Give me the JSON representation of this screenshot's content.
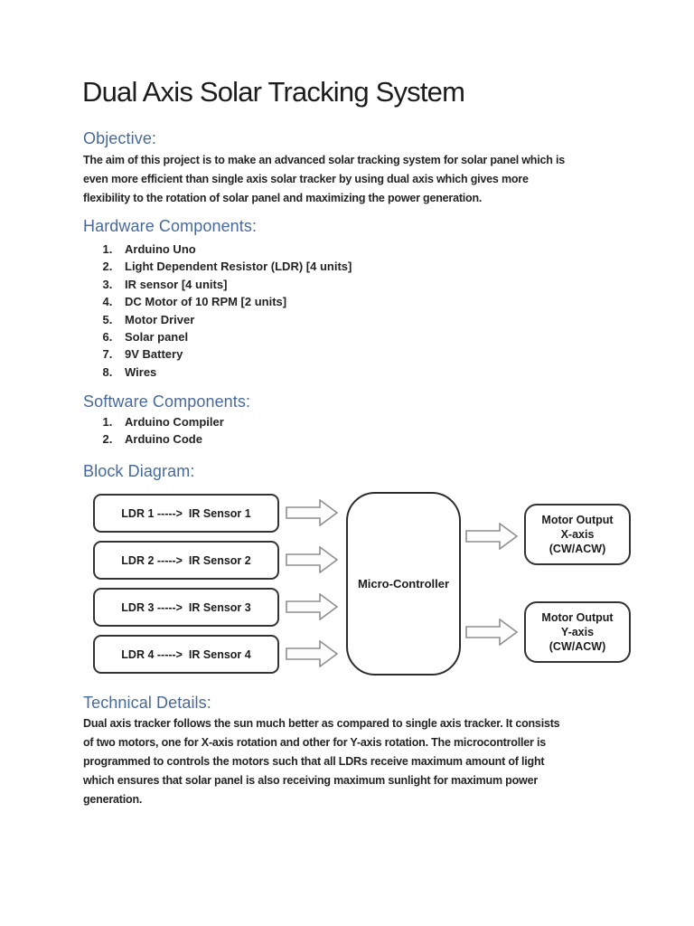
{
  "page": {
    "title": "Dual Axis Solar Tracking System"
  },
  "objective": {
    "heading": "Objective:",
    "body": "The aim of this project is to make an advanced solar tracking system for solar panel which is\neven more efficient than single axis solar tracker by using dual axis which gives more\nflexibility to the rotation of solar panel and maximizing the power generation."
  },
  "hardware": {
    "heading": "Hardware Components:",
    "items": [
      "Arduino Uno",
      "Light Dependent Resistor (LDR) [4 units]",
      "IR sensor [4 units]",
      "DC Motor of 10 RPM [2 units]",
      "Motor Driver",
      "Solar panel",
      "9V Battery",
      "Wires"
    ]
  },
  "software": {
    "heading": "Software Components:",
    "items": [
      "Arduino Compiler",
      "Arduino Code"
    ]
  },
  "block_diagram": {
    "heading": "Block Diagram:",
    "ldr_boxes": [
      "LDR 1 ----->  IR Sensor 1",
      "LDR 2 ----->  IR Sensor 2",
      "LDR 3 ----->  IR Sensor 3",
      "LDR 4 ----->  IR Sensor 4"
    ],
    "controller": "Micro-Controller",
    "motor_outputs": [
      "Motor Output\nX-axis\n(CW/ACW)",
      "Motor Output\nY-axis\n(CW/ACW)"
    ]
  },
  "technical": {
    "heading": "Technical Details:",
    "body": "Dual axis tracker follows the sun much better as compared to single axis tracker. It consists\nof two motors, one for X-axis rotation and other for Y-axis rotation. The microcontroller is\nprogrammed to controls the motors such that all LDRs receive maximum amount of light\nwhich ensures that solar panel is also receiving maximum sunlight for maximum power\ngeneration."
  },
  "colors": {
    "heading_blue": "#48699c",
    "text_dark": "#242424",
    "box_border": "#333333",
    "arrow_border": "#8f8f8f"
  }
}
